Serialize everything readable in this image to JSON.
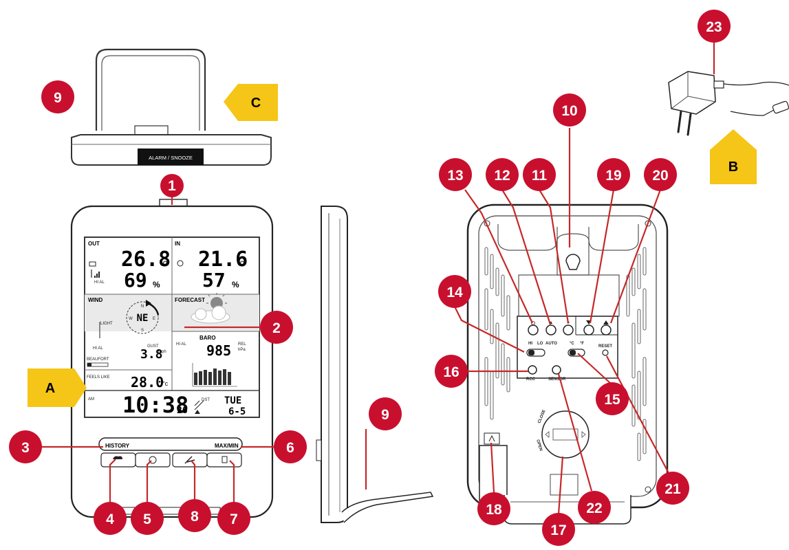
{
  "callouts": [
    "1",
    "2",
    "3",
    "4",
    "5",
    "6",
    "7",
    "8",
    "9",
    "9",
    "10",
    "11",
    "12",
    "13",
    "14",
    "15",
    "16",
    "17",
    "18",
    "19",
    "20",
    "21",
    "22",
    "23"
  ],
  "tags": {
    "a": "A",
    "b": "B",
    "c": "C"
  },
  "top_view": {
    "button": "ALARM / SNOOZE"
  },
  "display": {
    "out_label": "OUT",
    "out_temp": "26.8",
    "out_unit": "°c",
    "out_hum": "69",
    "in_label": "IN",
    "in_temp": "21.6",
    "in_unit": "°c",
    "in_hum": "57",
    "percent": "%",
    "hi_al": "HI AL",
    "wind_label": "WIND",
    "compass": {
      "n": "N",
      "s": "S",
      "e": "E",
      "w": "W",
      "dir": "NE"
    },
    "light": "LIGHT",
    "gust": "GUST",
    "wind_speed": "3.8",
    "mph": "mph",
    "beaufort": "BEAUFORT",
    "feels_like": "FEELS LIKE",
    "feels_temp": "28.0",
    "feels_unit": "°c",
    "forecast": "FORECAST",
    "baro": "BARO",
    "rel": "REL",
    "hpa": "hPa",
    "pressure": "985",
    "am": "AM",
    "time": "10:38",
    "seconds": "26",
    "dst": "DST",
    "weekday": "TUE",
    "date": "6-5"
  },
  "front_buttons": {
    "history": "HISTORY",
    "maxmin": "MAX/MIN"
  },
  "rear": {
    "hi": "HI",
    "lo": "LO",
    "auto": "AUTO",
    "c": "°C",
    "f": "°F",
    "reset": "RESET",
    "rcc": "RCC",
    "sensor": "SENSOR",
    "close": "CLOSE",
    "open": "OPEN"
  },
  "colors": {
    "badge": "#c8102e",
    "tag": "#f5c518",
    "line": "#c62828"
  }
}
